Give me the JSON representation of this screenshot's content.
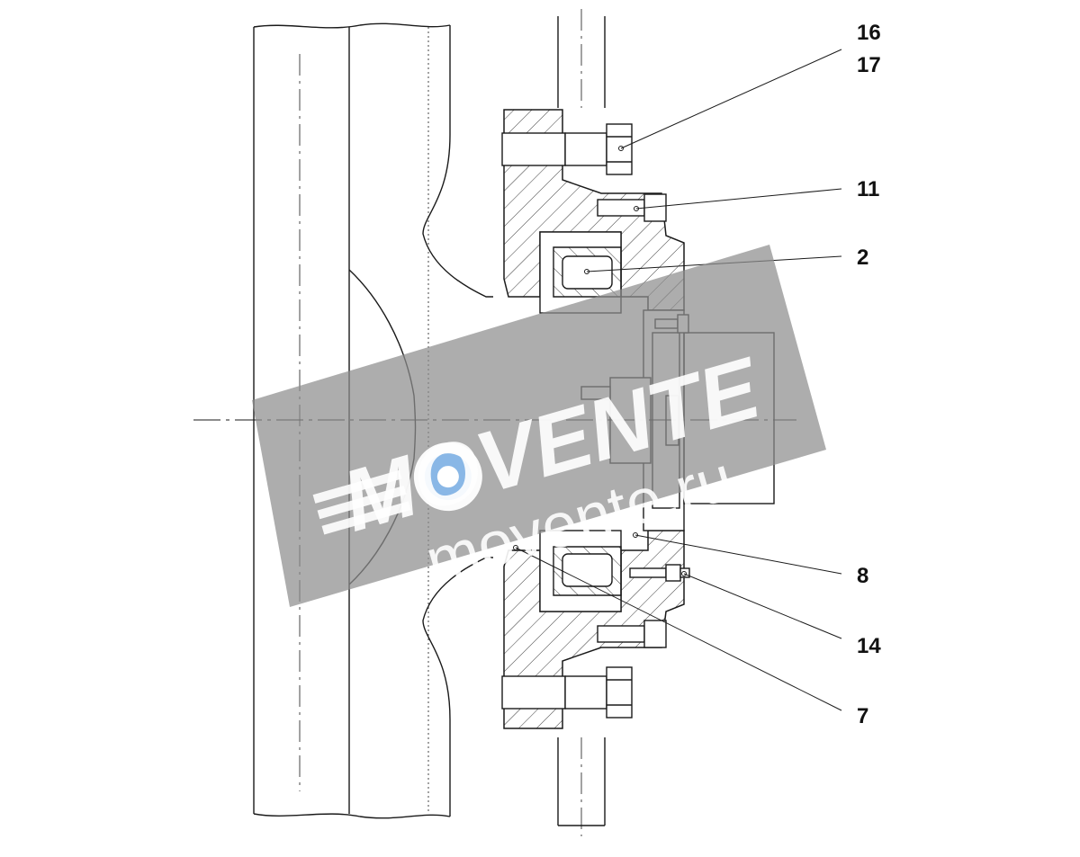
{
  "callouts": [
    {
      "label": "16"
    },
    {
      "label": "17"
    },
    {
      "label": "11"
    },
    {
      "label": "2"
    },
    {
      "label": "8"
    },
    {
      "label": "14"
    },
    {
      "label": "7"
    }
  ],
  "watermark": {
    "brand": "MOVENTE",
    "url": "movente.ru",
    "panel_color": "#8e8e8e",
    "logo_color": "#2b7fd6"
  },
  "colors": {
    "line": "#1a1a1a",
    "hatch": "#3a3a3a",
    "background": "#ffffff"
  }
}
